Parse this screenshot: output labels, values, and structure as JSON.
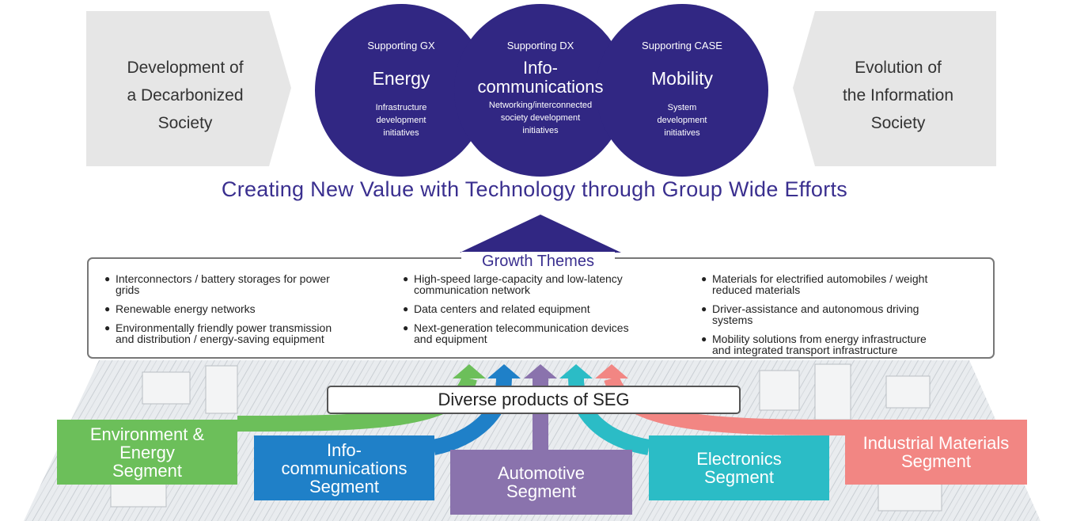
{
  "left_driver": {
    "line1": "Development of",
    "line2": "a Decarbonized",
    "line3": "Society"
  },
  "right_driver": {
    "line1": "Evolution of",
    "line2": "the Information",
    "line3": "Society"
  },
  "circles": [
    {
      "support": "Supporting GX",
      "title": "Energy",
      "title2": "",
      "desc1": "Infrastructure",
      "desc2": "development",
      "desc3": "initiatives"
    },
    {
      "support": "Supporting DX",
      "title": "Info-",
      "title2": "communications",
      "desc1": "Networking/interconnected",
      "desc2": "society development",
      "desc3": "initiatives"
    },
    {
      "support": "Supporting CASE",
      "title": "Mobility",
      "title2": "",
      "desc1": "System",
      "desc2": "development",
      "desc3": "initiatives"
    }
  ],
  "headline": "Creating New Value with Technology through Group Wide Efforts",
  "growth_themes": {
    "title": "Growth Themes",
    "col1": [
      {
        "l1": "Interconnectors / battery storages for power",
        "l2": "grids"
      },
      {
        "l1": "Renewable energy networks",
        "l2": ""
      },
      {
        "l1": "Environmentally friendly power transmission",
        "l2": "and distribution / energy-saving equipment"
      }
    ],
    "col2": [
      {
        "l1": "High-speed large-capacity and low-latency",
        "l2": "communication network"
      },
      {
        "l1": "Data centers and related equipment",
        "l2": ""
      },
      {
        "l1": "Next-generation telecommunication devices",
        "l2": "and equipment"
      }
    ],
    "col3": [
      {
        "l1": "Materials for electrified automobiles / weight",
        "l2": "reduced materials"
      },
      {
        "l1": "Driver-assistance and autonomous driving",
        "l2": "systems"
      },
      {
        "l1": "Mobility solutions from energy infrastructure",
        "l2": "and integrated transport infrastructure"
      }
    ]
  },
  "diverse_products": "Diverse products of SEG",
  "segments": [
    {
      "l1": "Environment &",
      "l2": "Energy",
      "l3": "Segment",
      "color": "#6cbf5a"
    },
    {
      "l1": "Info-",
      "l2": "communications",
      "l3": "Segment",
      "color": "#1f80c8"
    },
    {
      "l1": "Automotive",
      "l2": "Segment",
      "l3": "",
      "color": "#8a73ad"
    },
    {
      "l1": "Electronics",
      "l2": "Segment",
      "l3": "",
      "color": "#2bbcc6"
    },
    {
      "l1": "Industrial Materials",
      "l2": "Segment",
      "l3": "",
      "color": "#f28683"
    }
  ],
  "colors": {
    "circle": "#312783",
    "headline": "#3a2f8f",
    "chevron": "#e6e6e6"
  },
  "icons": {
    "bullet": "●"
  }
}
